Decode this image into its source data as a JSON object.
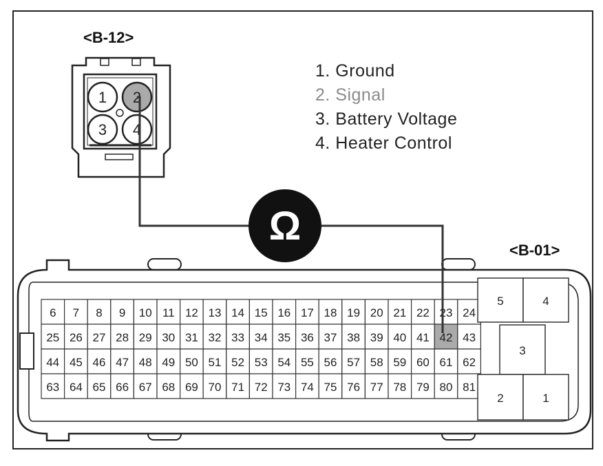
{
  "connector_b12": {
    "label": "<B-12>",
    "pins": [
      {
        "number": "1",
        "highlighted": false
      },
      {
        "number": "2",
        "highlighted": true
      },
      {
        "number": "3",
        "highlighted": false
      },
      {
        "number": "4",
        "highlighted": false
      }
    ]
  },
  "legend": [
    {
      "text": "1. Ground",
      "color": "#222222"
    },
    {
      "text": "2. Signal",
      "color": "#8a8a8a"
    },
    {
      "text": "3. Battery Voltage",
      "color": "#222222"
    },
    {
      "text": "4. Heater Control",
      "color": "#222222"
    }
  ],
  "meter": {
    "symbol": "Ω"
  },
  "connector_b01": {
    "label": "<B-01>",
    "rows": [
      [
        "6",
        "7",
        "8",
        "9",
        "10",
        "11",
        "12",
        "13",
        "14",
        "15",
        "16",
        "17",
        "18",
        "19",
        "20",
        "21",
        "22",
        "23",
        "24"
      ],
      [
        "25",
        "26",
        "27",
        "28",
        "29",
        "30",
        "31",
        "32",
        "33",
        "34",
        "35",
        "36",
        "37",
        "38",
        "39",
        "40",
        "41",
        "42",
        "43"
      ],
      [
        "44",
        "45",
        "46",
        "47",
        "48",
        "49",
        "50",
        "51",
        "52",
        "53",
        "54",
        "55",
        "56",
        "57",
        "58",
        "59",
        "60",
        "61",
        "62"
      ],
      [
        "63",
        "64",
        "65",
        "66",
        "67",
        "68",
        "69",
        "70",
        "71",
        "72",
        "73",
        "74",
        "75",
        "76",
        "77",
        "78",
        "79",
        "80",
        "81"
      ]
    ],
    "highlighted_pin": "42",
    "power_pins": [
      "5",
      "4",
      "3",
      "2",
      "1"
    ]
  },
  "colors": {
    "highlight": "#aaaaaa",
    "line": "#333333",
    "text": "#222222"
  }
}
